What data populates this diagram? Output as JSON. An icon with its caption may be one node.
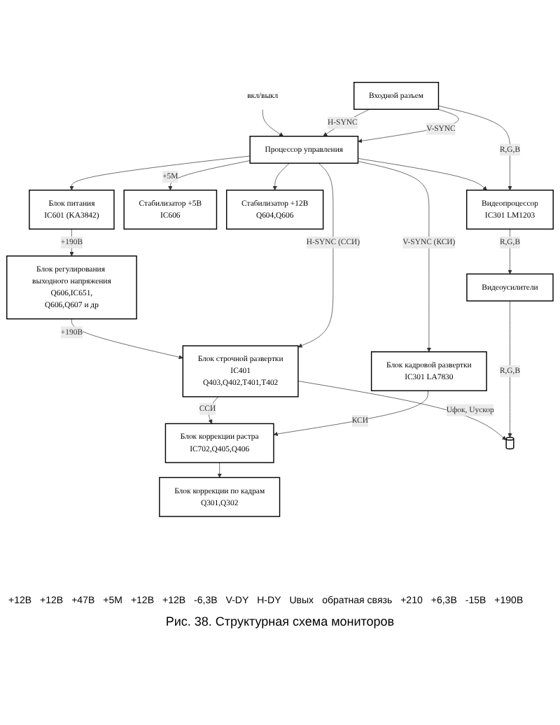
{
  "diagram": {
    "caption": "Рис. 38. Структурная схема мониторов",
    "nodes": [
      {
        "text": [
          "Входной разъем"
        ]
      },
      {
        "text": [
          "Видеопроцессор",
          "IC301 LM1203"
        ]
      },
      {
        "text": [
          "Видеоусилители"
        ]
      },
      {
        "text": [
          "Блок кадровой развертки",
          "IC301 LA7830"
        ]
      },
      {
        "text": [
          "Процессор управления"
        ]
      },
      {
        "text": [
          "Стабилизатор +5В",
          "IC606"
        ]
      },
      {
        "text": [
          "Блок коррекции растра",
          "IC702,Q405,Q406"
        ]
      },
      {
        "text": [
          "Блок коррекции по кадрам",
          "Q301,Q302"
        ]
      },
      {
        "text": [
          "Стабилизатор +12В",
          "Q604,Q606"
        ]
      },
      {
        "text": [
          "Блок питания",
          "IC601 (KA3842)"
        ]
      },
      {
        "text": [
          "Блок строчной развертки",
          "IC401",
          "Q403,Q402,T401,T402"
        ]
      },
      {
        "text": [
          "Блок регулирования выходного напряжения",
          "Q606,IC651,",
          "Q606,Q607 и др"
        ]
      },
      {
        "text": [],
        "shape": "tube"
      },
      {
        "text": [
          "вкл/выкл"
        ]
      }
    ],
    "edges": [
      {
        "from": 0,
        "to": 1,
        "arrow": "to",
        "label": "R,G,B"
      },
      {
        "from": 1,
        "to": 2,
        "arrow": "to",
        "label": "R,G,B"
      },
      {
        "from": 2,
        "to": 12,
        "arrow": "to",
        "label": "R,G,B"
      },
      {
        "from": 0,
        "to": 4,
        "arrow": "to",
        "label": "V-SYNC"
      },
      {
        "from": 0,
        "to": 4,
        "arrow": "to",
        "label": "H-SYNC"
      },
      {
        "from": 4,
        "to": 1,
        "arrow": "to"
      },
      {
        "from": 4,
        "to": 3,
        "arrow": "to",
        "label": "V-SYNC (КСИ)"
      },
      {
        "from": 4,
        "to": 5,
        "arrow": "to",
        "label": "+5М"
      },
      {
        "from": 3,
        "to": 6,
        "arrow": "to",
        "label": "КСИ"
      },
      {
        "from": 6,
        "to": 7,
        "arrow": "to"
      },
      {
        "from": 10,
        "to": 6,
        "arrow": "to",
        "label": "ССИ"
      },
      {
        "from": 4,
        "to": 10,
        "arrow": "to",
        "label": "H-SYNC (ССИ)"
      },
      {
        "from": 13,
        "to": 4,
        "arrow": "to"
      },
      {
        "from": 4,
        "to": 9,
        "arrow": "to"
      },
      {
        "from": 4,
        "to": 8,
        "arrow": "to"
      },
      {
        "from": 9,
        "to": 11,
        "arrow": "to",
        "label": "+190В"
      },
      {
        "from": 11,
        "to": 10,
        "arrow": "to",
        "label": "+190В"
      },
      {
        "from": 10,
        "to": 12,
        "arrow": "to",
        "label": "Uфок, Uускор"
      }
    ],
    "labels": [
      "+12В",
      "+12В",
      "+47В",
      "+5М",
      "+12В",
      "+12В",
      "-6,3В",
      "V-DY",
      "H-DY",
      "Uвых",
      "обратная связь",
      "+210",
      "+6,3В",
      "-15В",
      "+190В"
    ]
  }
}
